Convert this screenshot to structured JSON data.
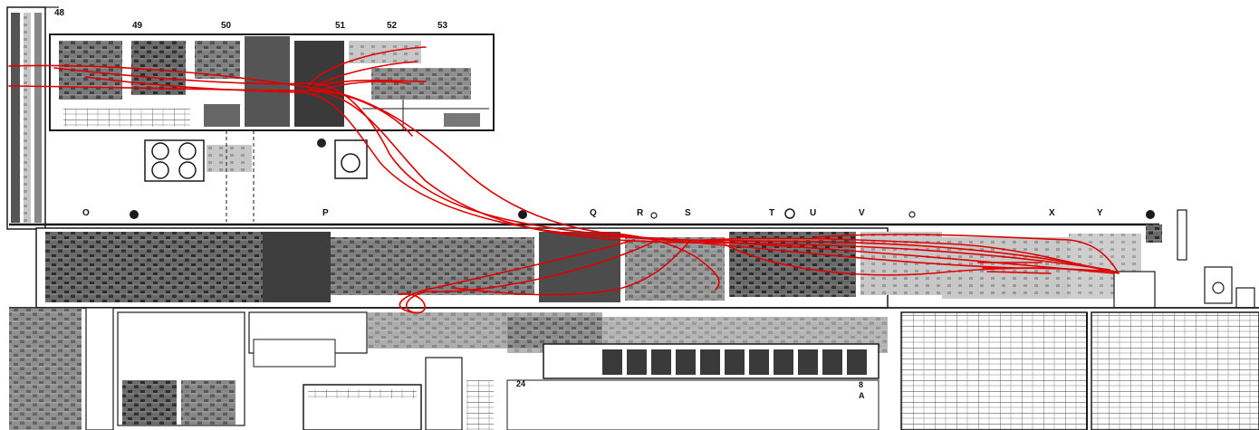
{
  "diagram": {
    "colors": {
      "background": "#ffffff",
      "ink": "#1a1a1a",
      "fill_dark": "#4a4a4a",
      "fill_mid": "#7a7a7a",
      "fill_light": "#b8b8b8",
      "route": "#e00000"
    },
    "top_gridlines": [
      "48",
      "49",
      "50",
      "51",
      "52",
      "53"
    ],
    "row_markers": [
      "O",
      "P",
      "Q",
      "R",
      "S",
      "T",
      "U",
      "V",
      "X",
      "Y"
    ],
    "other_labels": [
      "24",
      "8",
      "A"
    ],
    "route_overlay": {
      "description_visible": false
    }
  }
}
